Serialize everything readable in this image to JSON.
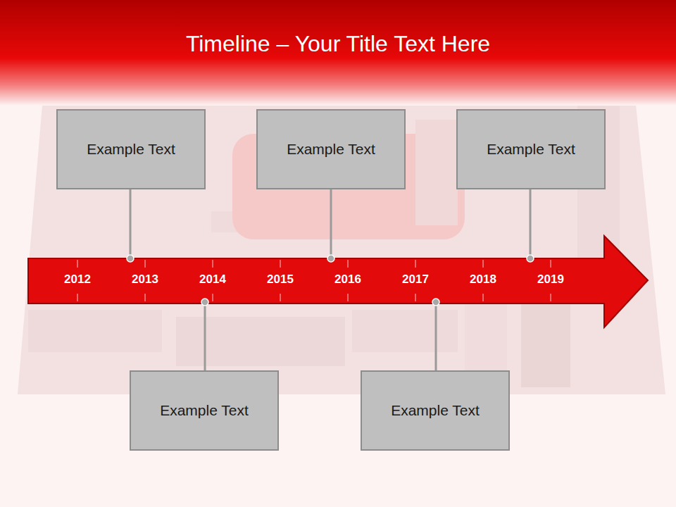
{
  "diagram": {
    "title": "Timeline – Your Title Text Here",
    "nodes": [
      {
        "text": [
          "Example Text"
        ]
      },
      {
        "text": [
          "Example Text"
        ]
      },
      {
        "text": [
          "Example Text"
        ]
      },
      {
        "text": [
          "Example Text"
        ]
      },
      {
        "text": [
          "Example Text"
        ]
      }
    ],
    "labels": [
      "2012",
      "2013",
      "2014",
      "2015",
      "2016",
      "2017",
      "2018",
      "2019"
    ]
  }
}
